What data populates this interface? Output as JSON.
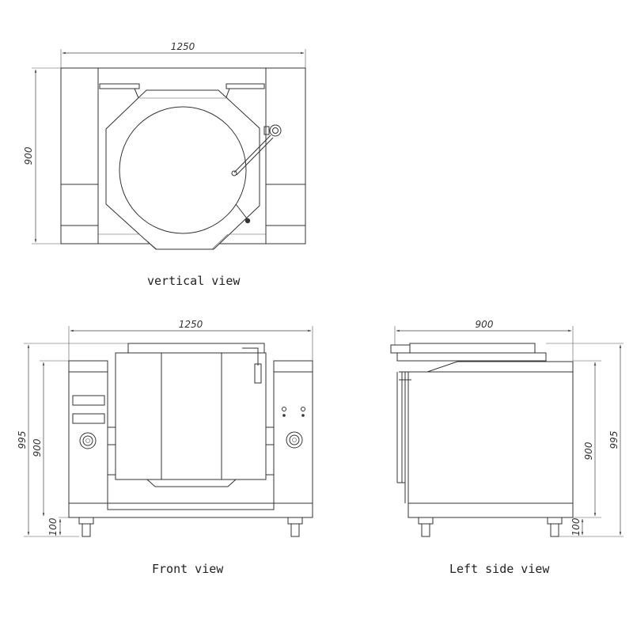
{
  "views": {
    "top": {
      "caption": "vertical view",
      "width_label": "1250",
      "depth_label": "900"
    },
    "front": {
      "caption": "Front view",
      "width_label": "1250",
      "total_height_label": "995",
      "body_height_label": "900",
      "leg_height_label": "100"
    },
    "side": {
      "caption": "Left side view",
      "depth_label": "900",
      "body_height_label": "900",
      "total_height_label": "995",
      "leg_height_label": "100"
    }
  }
}
